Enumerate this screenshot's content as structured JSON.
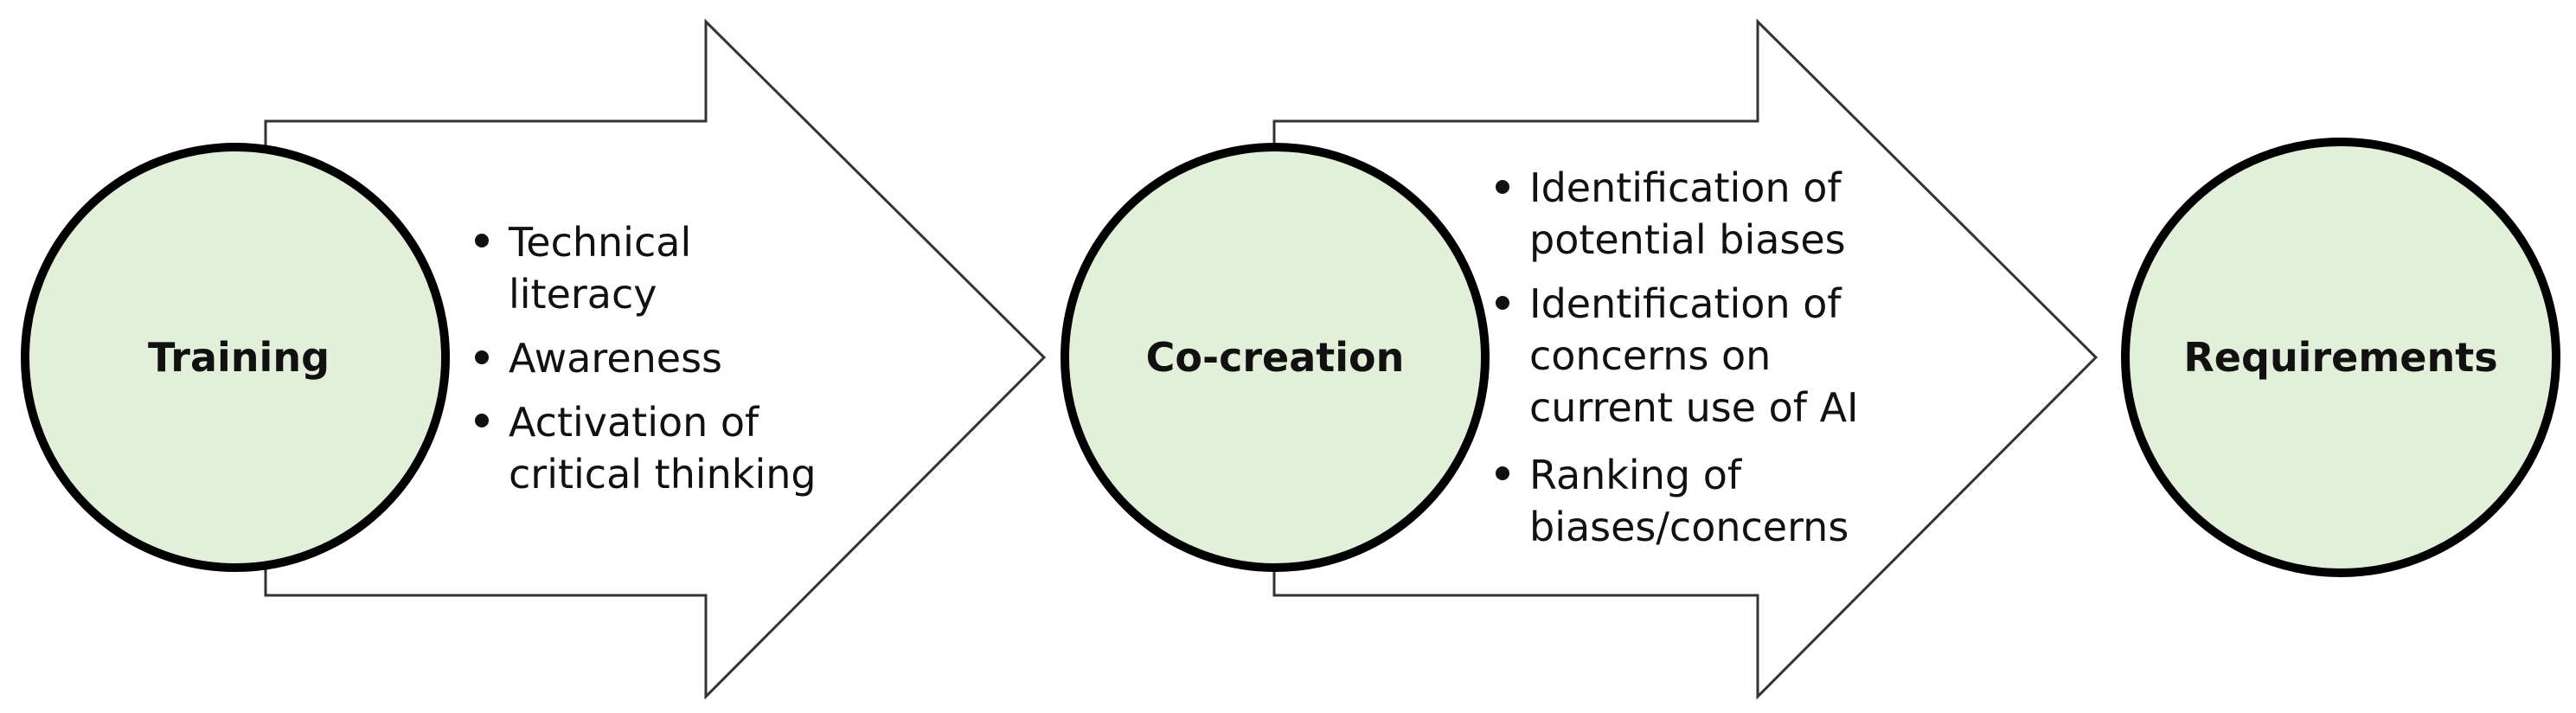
{
  "colors": {
    "node_fill": "#e2efd9",
    "node_stroke": "#000000",
    "arrow_fill": "#ffffff",
    "arrow_stroke": "#333333",
    "text": "#111111"
  },
  "nodes": [
    {
      "label": "Training"
    },
    {
      "label": "Co-creation"
    },
    {
      "label": "Requirements"
    }
  ],
  "arrows": [
    {
      "bullets": [
        {
          "lines": [
            "Technical",
            "literacy"
          ]
        },
        {
          "lines": [
            "Awareness"
          ]
        },
        {
          "lines": [
            "Activation of",
            "critical thinking"
          ]
        }
      ]
    },
    {
      "bullets": [
        {
          "lines": [
            "Identification of",
            "potential biases"
          ]
        },
        {
          "lines": [
            "Identification of",
            "concerns on",
            "current use of AI"
          ]
        },
        {
          "lines": [
            "Ranking of",
            "biases/concerns"
          ]
        }
      ]
    }
  ]
}
